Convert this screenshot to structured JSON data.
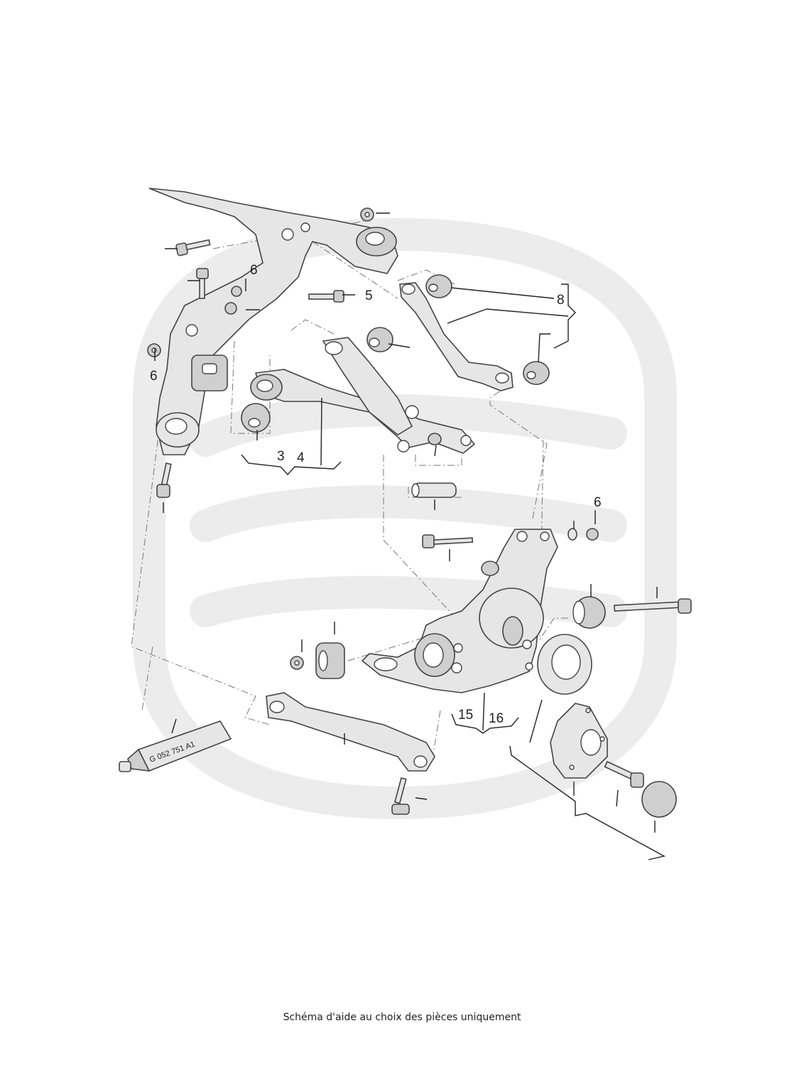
{
  "caption": "Schéma d'aide au choix des pièces uniquement",
  "callouts": {
    "c6a": "6",
    "c5": "5",
    "c8": "8",
    "c6b": "6",
    "c3": "3",
    "c4": "4",
    "c6c": "6",
    "c15": "15",
    "c16": "16"
  },
  "tube_label": "G 052 751 A1",
  "colors": {
    "watermark": "#ececec",
    "part_fill": "#e6e6e6",
    "outline": "#444444"
  }
}
